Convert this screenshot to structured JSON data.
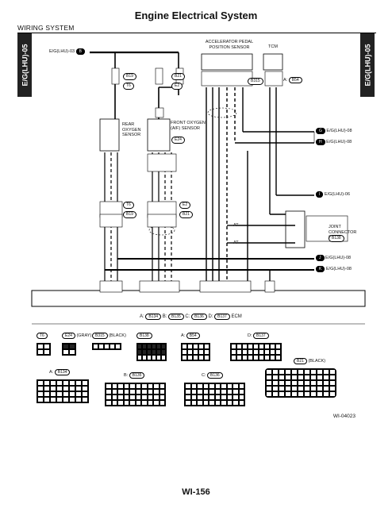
{
  "header": {
    "section": "WIRING SYSTEM",
    "title": "Engine Electrical System",
    "side_tab_left": "E/G(LHU)-05",
    "side_tab_right": "E/G(LHU)-05"
  },
  "top_ref": {
    "label": "E/G(LHU)-03",
    "marker": "B"
  },
  "components": {
    "accel_pedal": "ACCELERATOR PEDAL POSITION SENSOR",
    "tcm": "TCM",
    "rear_o2": "REAR OXYGEN SENSOR",
    "front_o2": "FRONT OXYGEN (A/F) SENSOR",
    "joint_conn": "JOINT CONNECTOR C"
  },
  "connector_refs": {
    "b19": "B19",
    "t6_top": "T6",
    "b21_top": "B21",
    "e2_top": "E2",
    "e24": "E24",
    "b315": "B315",
    "a_b54_a": "A:",
    "a_b54": "B54",
    "t6_mid": "T6",
    "b19_mid": "B19",
    "e2_mid": "E2",
    "b21_mid": "B21",
    "b138": "B138"
  },
  "off_page": [
    {
      "marker": "G",
      "label": "E/G(LHU)-08"
    },
    {
      "marker": "H",
      "label": "E/G(LHU)-08"
    },
    {
      "marker": "I",
      "label": "E/G(LHU)-06"
    },
    {
      "marker": "J",
      "label": "E/G(LHU)-08"
    },
    {
      "marker": "K",
      "label": "E/G(LHU)-08"
    }
  ],
  "at_labels": [
    "AT",
    "AT"
  ],
  "ecm": {
    "a_prefix": "A:",
    "a": "B134",
    "b_prefix": "B:",
    "b": "B135",
    "c_prefix": "C:",
    "c": "B136",
    "d_prefix": "D:",
    "d": "B137",
    "label": "ECM"
  },
  "legend": {
    "t6": "T6",
    "e24": "E24",
    "e24_note": "(GRAY)",
    "b315": "B315",
    "b315_note": "(BLACK)",
    "b138": "B138",
    "a_b54_prefix": "A:",
    "a_b54": "B54",
    "d_b137_prefix": "D:",
    "d_b137": "B137",
    "a_b134_prefix": "A:",
    "a_b134": "B134",
    "b_b135_prefix": "B:",
    "b_b135": "B135",
    "c_b136_prefix": "C:",
    "c_b136": "B136",
    "b21": "B21",
    "b21_note": "(BLACK)"
  },
  "footer": {
    "figure_code": "WI-04023",
    "page": "WI-156"
  }
}
